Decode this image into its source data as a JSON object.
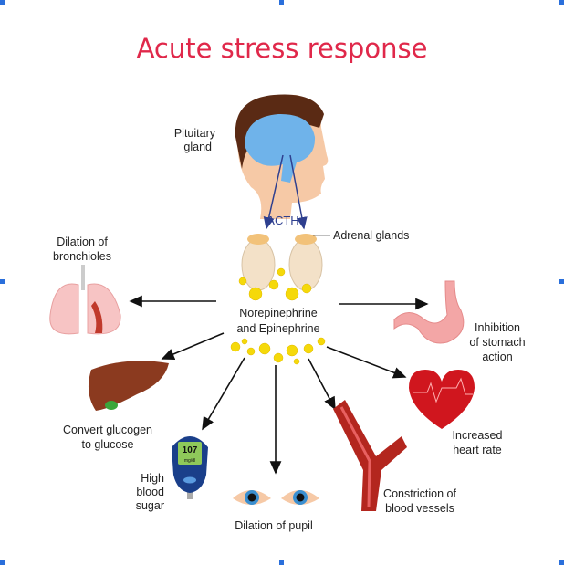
{
  "title": "Acute stress response",
  "labels": {
    "pituitary": [
      "Pituitary",
      "gland"
    ],
    "acth": "ACTH",
    "adrenal": "Adrenal glands",
    "hormones": [
      "Norepinephrine",
      "and Epinephrine"
    ],
    "bronchioles": [
      "Dilation of",
      "bronchioles"
    ],
    "glucose": [
      "Convert glucogen",
      "to glucose"
    ],
    "sugar": [
      "High",
      "blood",
      "sugar"
    ],
    "pupil": "Dilation of pupil",
    "vessels": [
      "Constriction of",
      "blood vessels"
    ],
    "heart": [
      "Increased",
      "heart rate"
    ],
    "stomach": [
      "Inhibition",
      "of stomach",
      "action"
    ]
  },
  "glucometer_reading": "107",
  "glucometer_unit": "mg/dl",
  "colors": {
    "title": "#e0284a",
    "acth": "#2e3f8f",
    "hormone_dots": "#f5d90a",
    "selection_handles": "#2a6fdb"
  }
}
